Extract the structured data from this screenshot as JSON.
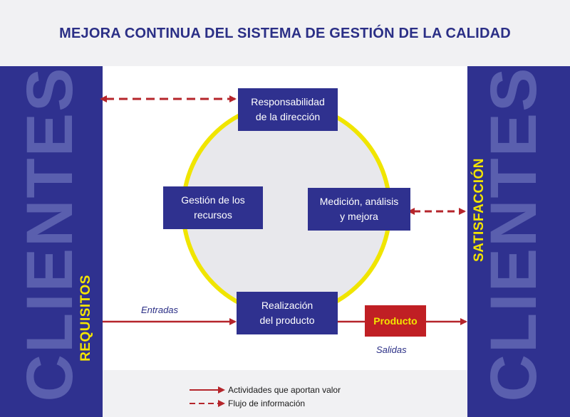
{
  "title": "MEJORA CONTINUA DEL SISTEMA DE GESTIÓN DE LA CALIDAD",
  "left_panel": {
    "watermark": "CLIENTES",
    "label": "REQUISITOS"
  },
  "right_panel": {
    "watermark": "CLIENTES",
    "label": "SATISFACCIÓN"
  },
  "boxes": {
    "top": [
      "Responsabilidad",
      "de la dirección"
    ],
    "left": [
      "Gestión de los",
      "recursos"
    ],
    "right": [
      "Medición, análisis",
      "y mejora"
    ],
    "bottom": [
      "Realización",
      "del producto"
    ]
  },
  "product": "Producto",
  "inputs_label": "Entradas",
  "outputs_label": "Salidas",
  "legend": {
    "solid": "Actividades que aportan valor",
    "dashed": "Flujo de información"
  },
  "colors": {
    "navy": "#2f318f",
    "yellow": "#f3e500",
    "red": "#b5252b",
    "product": "#c01f24",
    "watermark": "#5a5fae"
  }
}
